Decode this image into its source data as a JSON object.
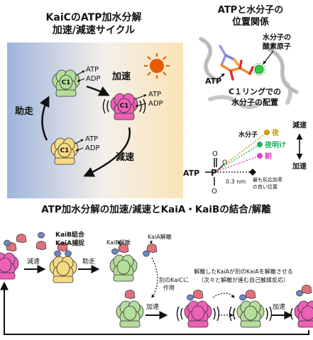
{
  "cycle_panel": {
    "title_line1": "KaiCのATP加水分解",
    "title_line2": "加速/減速サイクル",
    "label_accelerate": "加速",
    "label_decelerate": "減速",
    "label_assist": "助走",
    "c1_label": "C1",
    "atp": "ATP",
    "adp": "ADP"
  },
  "structure_panel": {
    "title_line1": "ATPと水分子の",
    "title_line2": "位置関係",
    "water_oxygen_line1": "水分子の",
    "water_oxygen_line2": "酸素原子",
    "atp_label": "ATP",
    "caption_line1": "C１リングでの",
    "caption_line2": "水分子の配置"
  },
  "water_panel": {
    "water_label": "水分子",
    "night": "夜",
    "dawn": "夜明け",
    "morning": "朝",
    "decelerate": "減速",
    "accelerate": "加速",
    "atp": "ATP",
    "p": "P",
    "o": "O",
    "distance": "0.3 nm",
    "best_position_line1": "最も反応効率",
    "best_position_line2": "の良い位置",
    "colors": {
      "night": "#c8a000",
      "dawn": "#20b060",
      "morning": "#e040c0"
    }
  },
  "bottom_panel": {
    "title": "ATP加水分解の加速/減速とKaiA・KaiBの結合/解離",
    "kaib_bind": "KaiB結合",
    "kaia_capture": "KaiA捕捉",
    "decelerate": "減速",
    "assist": "助走",
    "kaib_release": "KaiB解離",
    "kaia_release": "KaiA解離",
    "other_kaic_line1": "別のKaiCに",
    "other_kaic_line2": "作用",
    "accelerate1": "加速",
    "accelerate2": "加速",
    "autocatalysis_line1": "解離したKaiAが別のKaiAを解離させる",
    "autocatalysis_line2": "（次々と解離が進む自己触媒反応）"
  }
}
